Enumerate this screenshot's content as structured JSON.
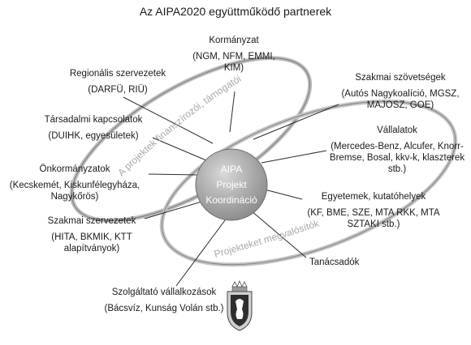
{
  "title": "Az AIPA2020 együttműködő partnerek",
  "center": {
    "line1": "AIPA",
    "line2": "Projekt",
    "line3": "Koordináció"
  },
  "ellipse_labels": {
    "upper": "A projektek finanszírozói, támogatói",
    "lower": "Projekteket megvalósítók"
  },
  "partners": {
    "kormanyzat": {
      "name": "Kormányzat",
      "detail1": "(NGM, NFM, EMMI,",
      "detail2": "KIM)"
    },
    "regionalis": {
      "name": "Regionális szervezetek",
      "detail1": "(DARFÜ, RIÜ)"
    },
    "tarsadalmi": {
      "name": "Társadalmi kapcsolatok",
      "detail1": "(DUIHK, egyesületek)"
    },
    "onkormanyzat": {
      "name": "Önkormányzatok",
      "detail1": "(Kecskemét, Kiskunfélegyháza,",
      "detail2": "Nagykőrös)"
    },
    "szakmai_szerv": {
      "name": "Szakmai szervezetek",
      "detail1": "(HITA, BKMIK, KTT",
      "detail2": "alapítványok)"
    },
    "szolgaltato": {
      "name": "Szolgáltató vállalkozások",
      "detail1": "(Bácsvíz, Kunság Volán stb.)"
    },
    "szovetsegek": {
      "name": "Szakmai szövetségek",
      "detail1": "(Autós Nagykoalíció, MGSZ,",
      "detail2": "MAJOSZ, GOE)"
    },
    "vallalatok": {
      "name": "Vállalatok",
      "detail1": "(Mercedes-Benz, Alcufer, Knorr-",
      "detail2": "Bremse, Bosal, kkv-k, klaszterek",
      "detail3": "stb.)"
    },
    "egyetemek": {
      "name": "Egyetemek, kutatóhelyek",
      "detail1": "(KF, BME, SZE, MTA RKK, MTA",
      "detail2": "SZTAKI stb.)"
    },
    "tanacsadok": {
      "name": "Tanácsadók"
    }
  }
}
